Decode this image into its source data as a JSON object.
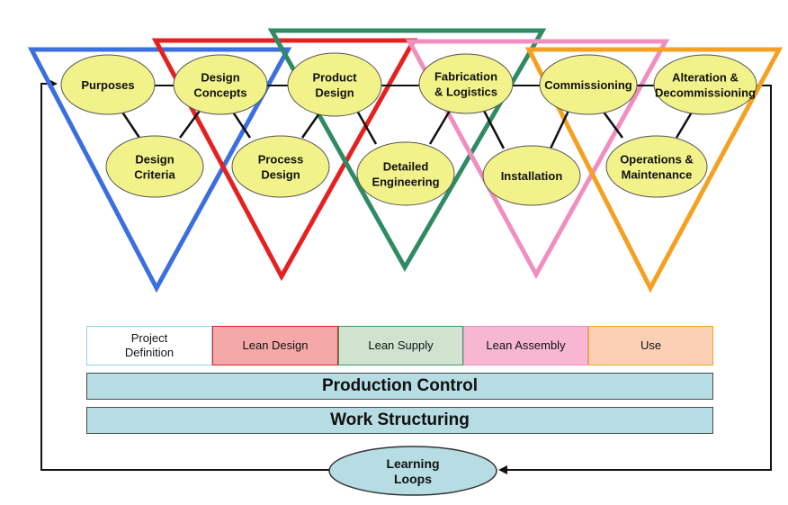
{
  "nodes": {
    "purposes": "Purposes",
    "design_concepts": "Design\nConcepts",
    "product_design": "Product\nDesign",
    "fabrication_logistics": "Fabrication\n& Logistics",
    "commissioning": "Commissioning",
    "alteration_decommissioning": "Alteration &\nDecommissioning",
    "design_criteria": "Design\nCriteria",
    "process_design": "Process\nDesign",
    "detailed_engineering": "Detailed\nEngineering",
    "installation": "Installation",
    "operations_maintenance": "Operations &\nMaintenance"
  },
  "phases": [
    {
      "label": "Project\nDefinition",
      "fill": "#ffffff",
      "border": "#8ed3ea"
    },
    {
      "label": "Lean Design",
      "fill": "#f4a8a8",
      "border": "#e02020"
    },
    {
      "label": "Lean Supply",
      "fill": "#cfe3cf",
      "border": "#3a9a6a"
    },
    {
      "label": "Lean Assembly",
      "fill": "#f7b6d2",
      "border": "#f08fbf"
    },
    {
      "label": "Use",
      "fill": "#fbd0b5",
      "border": "#f5a623"
    }
  ],
  "bars": {
    "production_control": "Production Control",
    "work_structuring": "Work Structuring"
  },
  "learning_loops": "Learning\nLoops",
  "colors": {
    "triangle_blue": "#3b6fe0",
    "triangle_red": "#e62020",
    "triangle_green": "#2e8b63",
    "triangle_pink": "#f08fbf",
    "triangle_orange": "#f5a020",
    "node_fill": "#f2f28a",
    "bar_fill": "#b6dde3"
  }
}
